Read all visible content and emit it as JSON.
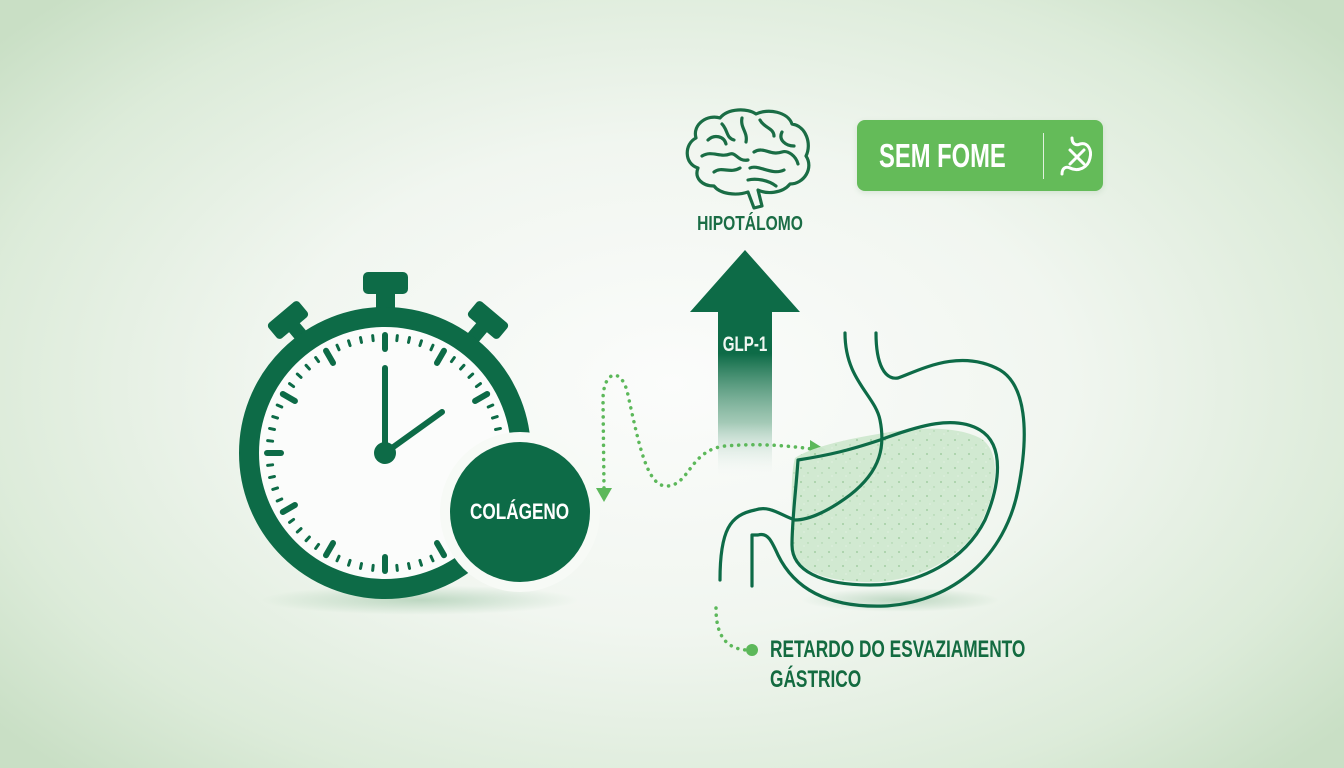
{
  "diagram": {
    "collagen": {
      "label": "COLÁGENO",
      "icon": "stopwatch-icon"
    },
    "hormone": {
      "label": "GLP-1",
      "icon": "up-arrow-icon"
    },
    "brain": {
      "label": "HIPOTÁLOMO",
      "icon": "brain-icon"
    },
    "badge": {
      "label": "SEM FOME",
      "icon": "no-hunger-stomach-icon"
    },
    "stomach": {
      "icon": "stomach-icon"
    },
    "effect": {
      "line1": "RETARDO DO ESVAZIAMENTO",
      "line2": "GÁSTRICO"
    }
  },
  "colors": {
    "dark_green": "#0d6b47",
    "light_green": "#64bb59",
    "dotted_path": "#5cb85a",
    "stomach_fill": "#cfe8cf",
    "background": "#f1f6f0"
  }
}
